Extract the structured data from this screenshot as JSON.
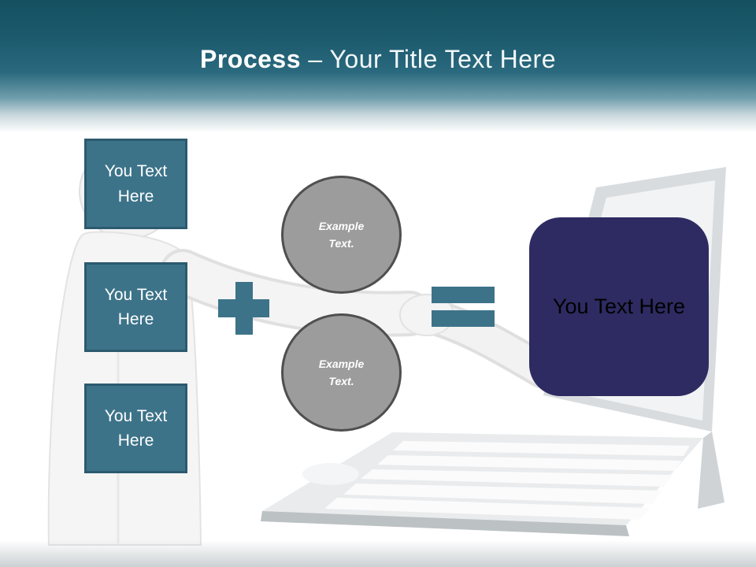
{
  "header": {
    "title_bold": "Process",
    "title_rest": "– Your Title Text Here"
  },
  "boxes": [
    {
      "label": "You Text Here"
    },
    {
      "label": "You Text Here"
    },
    {
      "label": "You Text Here"
    }
  ],
  "circles": [
    {
      "label": "Example Text."
    },
    {
      "label": "Example Text."
    }
  ],
  "result": {
    "label": "You Text Here"
  },
  "colors": {
    "teal": "#3C7389",
    "teal_border": "#2C5A6E",
    "circle_gray": "#9C9C9C",
    "circle_border": "#4F4F4F",
    "navy": "#2E2B62",
    "header_teal": "#14505F"
  }
}
